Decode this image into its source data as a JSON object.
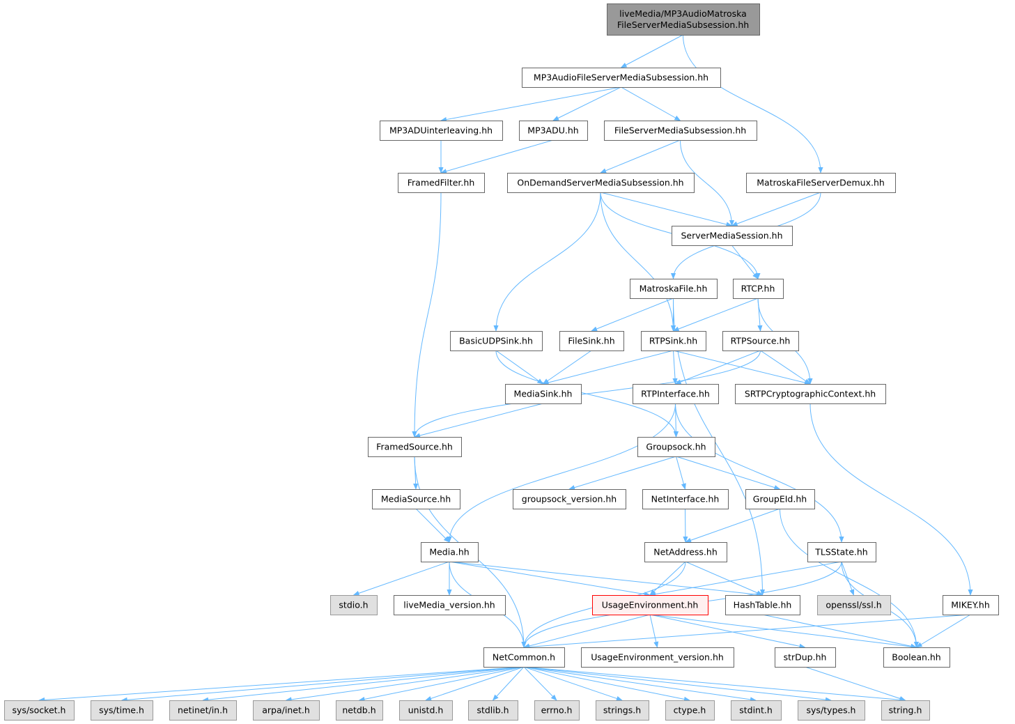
{
  "title": "Include dependency graph for liveMedia/MP3AudioMatroskaFileServerMediaSubsession.hh",
  "colors": {
    "edge": "#63b8ff",
    "root_fill": "#999999",
    "root_border": "#666666",
    "node_border": "#666666",
    "missing_fill": "#e0e0e0",
    "missing_border": "#999999",
    "highlight_border": "#ff0000",
    "highlight_fill": "#fff0f0"
  },
  "nodes": [
    {
      "id": "root",
      "lines": [
        "liveMedia/MP3AudioMatroska",
        "FileServerMediaSubsession.hh"
      ],
      "kind": "root"
    },
    {
      "id": "mp3afsms",
      "lines": [
        "MP3AudioFileServerMediaSubsession.hh"
      ]
    },
    {
      "id": "mp3aduil",
      "lines": [
        "MP3ADUinterleaving.hh"
      ]
    },
    {
      "id": "mp3adu",
      "lines": [
        "MP3ADU.hh"
      ]
    },
    {
      "id": "fsms",
      "lines": [
        "FileServerMediaSubsession.hh"
      ]
    },
    {
      "id": "framedfilter",
      "lines": [
        "FramedFilter.hh"
      ]
    },
    {
      "id": "ondemand",
      "lines": [
        "OnDemandServerMediaSubsession.hh"
      ]
    },
    {
      "id": "mkvdemux",
      "lines": [
        "MatroskaFileServerDemux.hh"
      ]
    },
    {
      "id": "sms",
      "lines": [
        "ServerMediaSession.hh"
      ]
    },
    {
      "id": "mkvfile",
      "lines": [
        "MatroskaFile.hh"
      ]
    },
    {
      "id": "rtcp",
      "lines": [
        "RTCP.hh"
      ]
    },
    {
      "id": "basicudpsink",
      "lines": [
        "BasicUDPSink.hh"
      ]
    },
    {
      "id": "filesink",
      "lines": [
        "FileSink.hh"
      ]
    },
    {
      "id": "rtpsink",
      "lines": [
        "RTPSink.hh"
      ]
    },
    {
      "id": "rtpsource",
      "lines": [
        "RTPSource.hh"
      ]
    },
    {
      "id": "mediasink",
      "lines": [
        "MediaSink.hh"
      ]
    },
    {
      "id": "rtpinterface",
      "lines": [
        "RTPInterface.hh"
      ]
    },
    {
      "id": "srtp",
      "lines": [
        "SRTPCryptographicContext.hh"
      ]
    },
    {
      "id": "framedsource",
      "lines": [
        "FramedSource.hh"
      ]
    },
    {
      "id": "groupsock",
      "lines": [
        "Groupsock.hh"
      ]
    },
    {
      "id": "mediasource",
      "lines": [
        "MediaSource.hh"
      ]
    },
    {
      "id": "gsversion",
      "lines": [
        "groupsock_version.hh"
      ]
    },
    {
      "id": "netinterface",
      "lines": [
        "NetInterface.hh"
      ]
    },
    {
      "id": "groupeid",
      "lines": [
        "GroupEId.hh"
      ]
    },
    {
      "id": "media",
      "lines": [
        "Media.hh"
      ]
    },
    {
      "id": "netaddress",
      "lines": [
        "NetAddress.hh"
      ]
    },
    {
      "id": "tlsstate",
      "lines": [
        "TLSState.hh"
      ]
    },
    {
      "id": "stdio",
      "lines": [
        "stdio.h"
      ],
      "kind": "missing"
    },
    {
      "id": "lmversion",
      "lines": [
        "liveMedia_version.hh"
      ]
    },
    {
      "id": "usageenv",
      "lines": [
        "UsageEnvironment.hh"
      ],
      "kind": "highlight"
    },
    {
      "id": "hashtable",
      "lines": [
        "HashTable.hh"
      ]
    },
    {
      "id": "openssl",
      "lines": [
        "openssl/ssl.h"
      ],
      "kind": "missing"
    },
    {
      "id": "mikey",
      "lines": [
        "MIKEY.hh"
      ]
    },
    {
      "id": "netcommon",
      "lines": [
        "NetCommon.h"
      ]
    },
    {
      "id": "ueversion",
      "lines": [
        "UsageEnvironment_version.hh"
      ]
    },
    {
      "id": "strdup",
      "lines": [
        "strDup.hh"
      ]
    },
    {
      "id": "boolean",
      "lines": [
        "Boolean.hh"
      ]
    },
    {
      "id": "syssocket",
      "lines": [
        "sys/socket.h"
      ],
      "kind": "missing"
    },
    {
      "id": "systime",
      "lines": [
        "sys/time.h"
      ],
      "kind": "missing"
    },
    {
      "id": "netinetin",
      "lines": [
        "netinet/in.h"
      ],
      "kind": "missing"
    },
    {
      "id": "arpainet",
      "lines": [
        "arpa/inet.h"
      ],
      "kind": "missing"
    },
    {
      "id": "netdb",
      "lines": [
        "netdb.h"
      ],
      "kind": "missing"
    },
    {
      "id": "unistd",
      "lines": [
        "unistd.h"
      ],
      "kind": "missing"
    },
    {
      "id": "stdlib",
      "lines": [
        "stdlib.h"
      ],
      "kind": "missing"
    },
    {
      "id": "errno",
      "lines": [
        "errno.h"
      ],
      "kind": "missing"
    },
    {
      "id": "strings",
      "lines": [
        "strings.h"
      ],
      "kind": "missing"
    },
    {
      "id": "ctype",
      "lines": [
        "ctype.h"
      ],
      "kind": "missing"
    },
    {
      "id": "stdint",
      "lines": [
        "stdint.h"
      ],
      "kind": "missing"
    },
    {
      "id": "systypes",
      "lines": [
        "sys/types.h"
      ],
      "kind": "missing"
    },
    {
      "id": "string",
      "lines": [
        "string.h"
      ],
      "kind": "missing"
    }
  ],
  "edges": [
    [
      "root",
      "mp3afsms"
    ],
    [
      "root",
      "mkvdemux"
    ],
    [
      "mp3afsms",
      "mp3aduil"
    ],
    [
      "mp3afsms",
      "mp3adu"
    ],
    [
      "mp3afsms",
      "fsms"
    ],
    [
      "mp3aduil",
      "framedfilter"
    ],
    [
      "mp3adu",
      "framedfilter"
    ],
    [
      "fsms",
      "ondemand"
    ],
    [
      "fsms",
      "sms"
    ],
    [
      "framedfilter",
      "framedsource"
    ],
    [
      "ondemand",
      "sms"
    ],
    [
      "ondemand",
      "rtcp"
    ],
    [
      "ondemand",
      "basicudpsink"
    ],
    [
      "ondemand",
      "rtpsink"
    ],
    [
      "mkvdemux",
      "sms"
    ],
    [
      "mkvdemux",
      "mkvfile"
    ],
    [
      "sms",
      "rtcp"
    ],
    [
      "mkvfile",
      "filesink"
    ],
    [
      "mkvfile",
      "rtpsink"
    ],
    [
      "mkvfile",
      "hashtable"
    ],
    [
      "rtcp",
      "rtpsink"
    ],
    [
      "rtcp",
      "rtpsource"
    ],
    [
      "rtcp",
      "srtp"
    ],
    [
      "basicudpsink",
      "mediasink"
    ],
    [
      "basicudpsink",
      "groupsock"
    ],
    [
      "filesink",
      "mediasink"
    ],
    [
      "rtpsink",
      "mediasink"
    ],
    [
      "rtpsink",
      "rtpinterface"
    ],
    [
      "rtpsink",
      "srtp"
    ],
    [
      "rtpsource",
      "framedsource"
    ],
    [
      "rtpsource",
      "rtpinterface"
    ],
    [
      "rtpsource",
      "srtp"
    ],
    [
      "mediasink",
      "framedsource"
    ],
    [
      "rtpinterface",
      "groupsock"
    ],
    [
      "rtpinterface",
      "media"
    ],
    [
      "rtpinterface",
      "tlsstate"
    ],
    [
      "srtp",
      "mikey"
    ],
    [
      "framedsource",
      "mediasource"
    ],
    [
      "framedsource",
      "netcommon"
    ],
    [
      "groupsock",
      "gsversion"
    ],
    [
      "groupsock",
      "netinterface"
    ],
    [
      "groupsock",
      "groupeid"
    ],
    [
      "mediasource",
      "media"
    ],
    [
      "netinterface",
      "netaddress"
    ],
    [
      "groupeid",
      "netaddress"
    ],
    [
      "groupeid",
      "boolean"
    ],
    [
      "media",
      "stdio"
    ],
    [
      "media",
      "lmversion"
    ],
    [
      "media",
      "usageenv"
    ],
    [
      "media",
      "hashtable"
    ],
    [
      "media",
      "netcommon"
    ],
    [
      "netaddress",
      "netcommon"
    ],
    [
      "netaddress",
      "usageenv"
    ],
    [
      "netaddress",
      "hashtable"
    ],
    [
      "tlsstate",
      "netcommon"
    ],
    [
      "tlsstate",
      "usageenv"
    ],
    [
      "tlsstate",
      "openssl"
    ],
    [
      "tlsstate",
      "boolean"
    ],
    [
      "usageenv",
      "netcommon"
    ],
    [
      "usageenv",
      "ueversion"
    ],
    [
      "usageenv",
      "strdup"
    ],
    [
      "usageenv",
      "boolean"
    ],
    [
      "hashtable",
      "boolean"
    ],
    [
      "mikey",
      "netcommon"
    ],
    [
      "mikey",
      "boolean"
    ],
    [
      "strdup",
      "string"
    ],
    [
      "netcommon",
      "syssocket"
    ],
    [
      "netcommon",
      "systime"
    ],
    [
      "netcommon",
      "netinetin"
    ],
    [
      "netcommon",
      "arpainet"
    ],
    [
      "netcommon",
      "netdb"
    ],
    [
      "netcommon",
      "unistd"
    ],
    [
      "netcommon",
      "stdlib"
    ],
    [
      "netcommon",
      "errno"
    ],
    [
      "netcommon",
      "strings"
    ],
    [
      "netcommon",
      "ctype"
    ],
    [
      "netcommon",
      "stdint"
    ],
    [
      "netcommon",
      "systypes"
    ],
    [
      "netcommon",
      "string"
    ]
  ]
}
